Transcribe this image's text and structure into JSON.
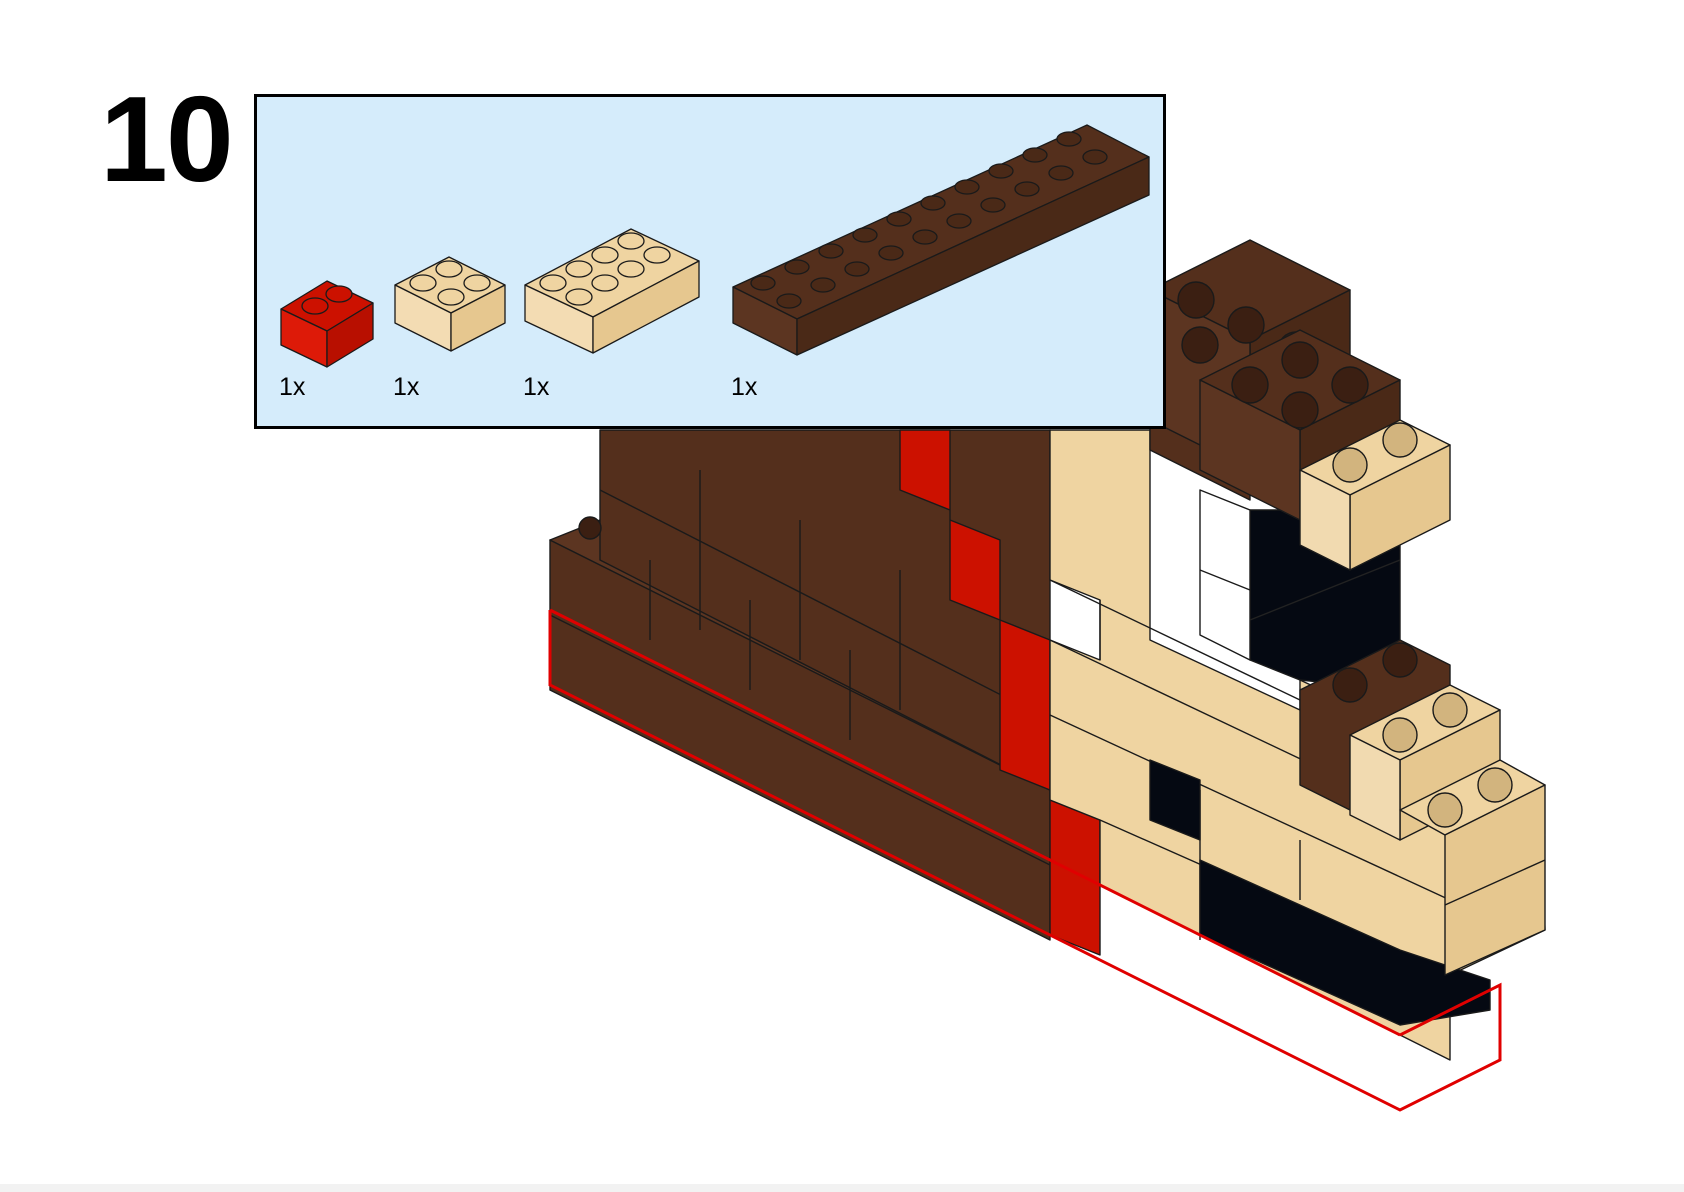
{
  "step": {
    "number": "10"
  },
  "parts_list": {
    "items": [
      {
        "id": "red-brick-1x2",
        "quantity": "1x",
        "color": "#cc1100"
      },
      {
        "id": "tan-brick-2x2",
        "quantity": "1x",
        "color": "#efd4a1"
      },
      {
        "id": "tan-brick-2x4",
        "quantity": "1x",
        "color": "#efd4a1"
      },
      {
        "id": "brown-brick-2x10",
        "quantity": "1x",
        "color": "#542f1c"
      }
    ]
  },
  "colors": {
    "brown": "#542f1c",
    "tan": "#efd4a1",
    "red": "#cc1100",
    "black": "#050912",
    "white": "#ffffff",
    "callout_background": "#d5ecfb",
    "highlight_outline": "#e00000"
  }
}
